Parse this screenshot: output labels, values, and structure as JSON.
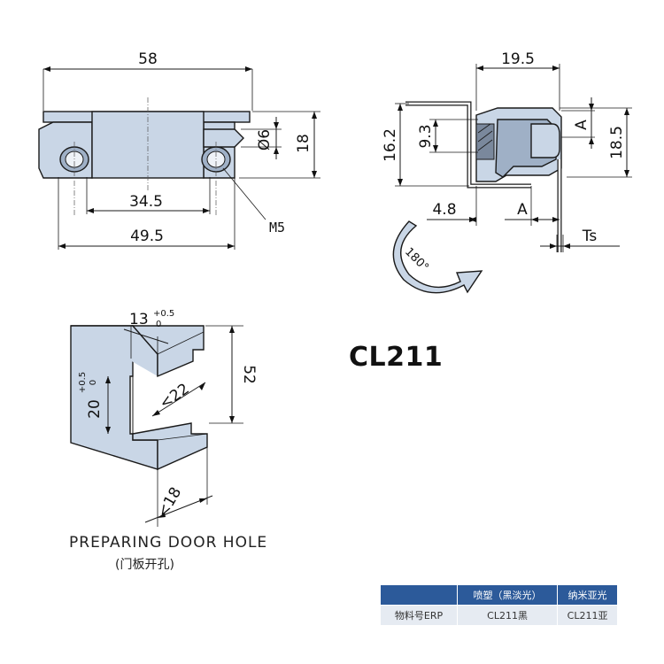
{
  "model_code": "CL211",
  "front_view": {
    "dim_total_width": "58",
    "dim_hole_spacing": "34.5",
    "dim_base_width": "49.5",
    "dim_diameter": "Ø6",
    "dim_height": "18",
    "screw_label": "M5"
  },
  "side_view": {
    "dim_top_width": "19.5",
    "dim_height_left": "16.2",
    "dim_inner": "9.3",
    "dim_a_right": "A",
    "dim_height_right": "18.5",
    "dim_offset": "4.8",
    "dim_a_bottom": "A",
    "dim_thickness": "Ts",
    "rotation_label": "180°"
  },
  "door_hole": {
    "dim_slot_width": "13",
    "dim_slot_width_tol_upper": "+0.5",
    "dim_slot_width_tol_lower": "0",
    "dim_slot_height": "20",
    "dim_slot_height_tol_upper": "+0.5",
    "dim_slot_height_tol_lower": "0",
    "dim_depth": "<22",
    "dim_total_height": "52",
    "dim_bottom": "<18",
    "caption": "PREPARING DOOR HOLE",
    "caption_cn": "(门板开孔)"
  },
  "spec_table": {
    "header": [
      "",
      "喷塑（黑淡光）",
      "纳米亚光"
    ],
    "row_label": "物料号ERP",
    "row_values": [
      "CL211黑",
      "CL211亚"
    ]
  },
  "colors": {
    "part_fill": "#c9d6e6",
    "table_header": "#2c5a9a",
    "table_row": "#e6ebf2"
  }
}
